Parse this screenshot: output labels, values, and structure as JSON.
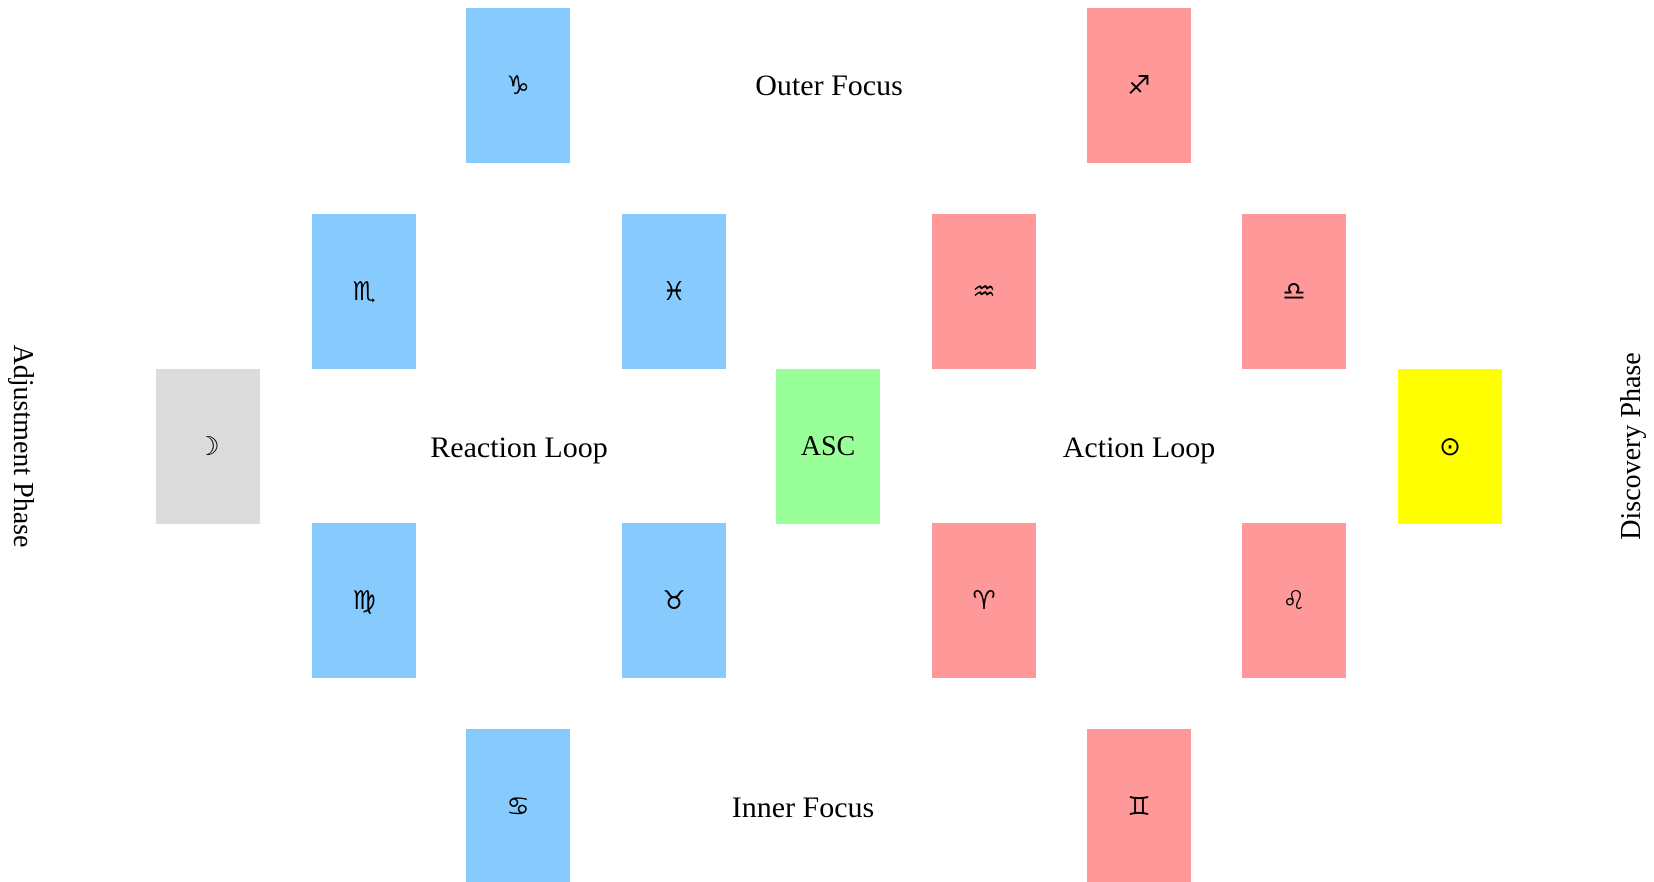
{
  "colors": {
    "reaction": "#87cbfe",
    "action": "#ff9999",
    "moon": "#dcdcdc",
    "ascendant": "#99ff99",
    "sun": "#ffff00"
  },
  "labels": {
    "outer_focus": "Outer Focus",
    "inner_focus": "Inner Focus",
    "reaction_loop": "Reaction Loop",
    "action_loop": "Action Loop",
    "adjustment_phase": "Adjustment Phase",
    "discovery_phase": "Discovery Phase"
  },
  "cards": {
    "capricorn": {
      "symbol": "♑︎",
      "sign": "capricorn"
    },
    "sagittarius": {
      "symbol": "♐︎",
      "sign": "sagittarius"
    },
    "scorpio": {
      "symbol": "♏︎",
      "sign": "scorpio"
    },
    "pisces": {
      "symbol": "♓︎",
      "sign": "pisces"
    },
    "aquarius": {
      "symbol": "♒︎",
      "sign": "aquarius"
    },
    "libra": {
      "symbol": "♎︎",
      "sign": "libra"
    },
    "moon": {
      "symbol": "☽",
      "sign": "moon"
    },
    "ascendant": {
      "symbol": "ASC",
      "sign": "ascendant"
    },
    "sun": {
      "symbol": "⊙",
      "sign": "sun"
    },
    "virgo": {
      "symbol": "♍︎",
      "sign": "virgo"
    },
    "taurus": {
      "symbol": "♉︎",
      "sign": "taurus"
    },
    "aries": {
      "symbol": "♈︎",
      "sign": "aries"
    },
    "leo": {
      "symbol": "♌︎",
      "sign": "leo"
    },
    "cancer": {
      "symbol": "♋︎",
      "sign": "cancer"
    },
    "gemini": {
      "symbol": "♊︎",
      "sign": "gemini"
    }
  }
}
